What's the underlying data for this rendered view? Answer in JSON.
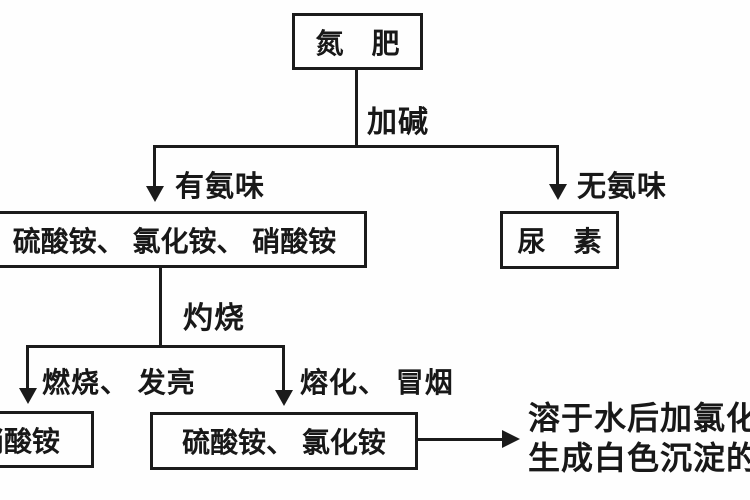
{
  "diagram": {
    "description": "Flowchart for identifying nitrogen fertilizers",
    "nodes": {
      "root": {
        "label": "氮　肥"
      },
      "ammonium_salts": {
        "label": "硫酸铵、 氯化铵、 硝酸铵"
      },
      "urea": {
        "label": "尿　素"
      },
      "ammonium_nitrate": {
        "label": "硝酸铵"
      },
      "sulfate_chloride": {
        "label": "硫酸铵、 氯化铵"
      }
    },
    "edge_labels": {
      "add_alkali": "加碱",
      "has_ammonia": "有氨味",
      "no_ammonia": "无氨味",
      "scorch": "灼烧",
      "burn_glow": "燃烧、 发亮",
      "melt_smoke": "熔化、 冒烟"
    },
    "result": {
      "line1": "溶于水后加氯化",
      "line2": "生成白色沉淀的"
    },
    "colors": {
      "line": "#1b1b1b",
      "background": "#fefefe"
    }
  }
}
